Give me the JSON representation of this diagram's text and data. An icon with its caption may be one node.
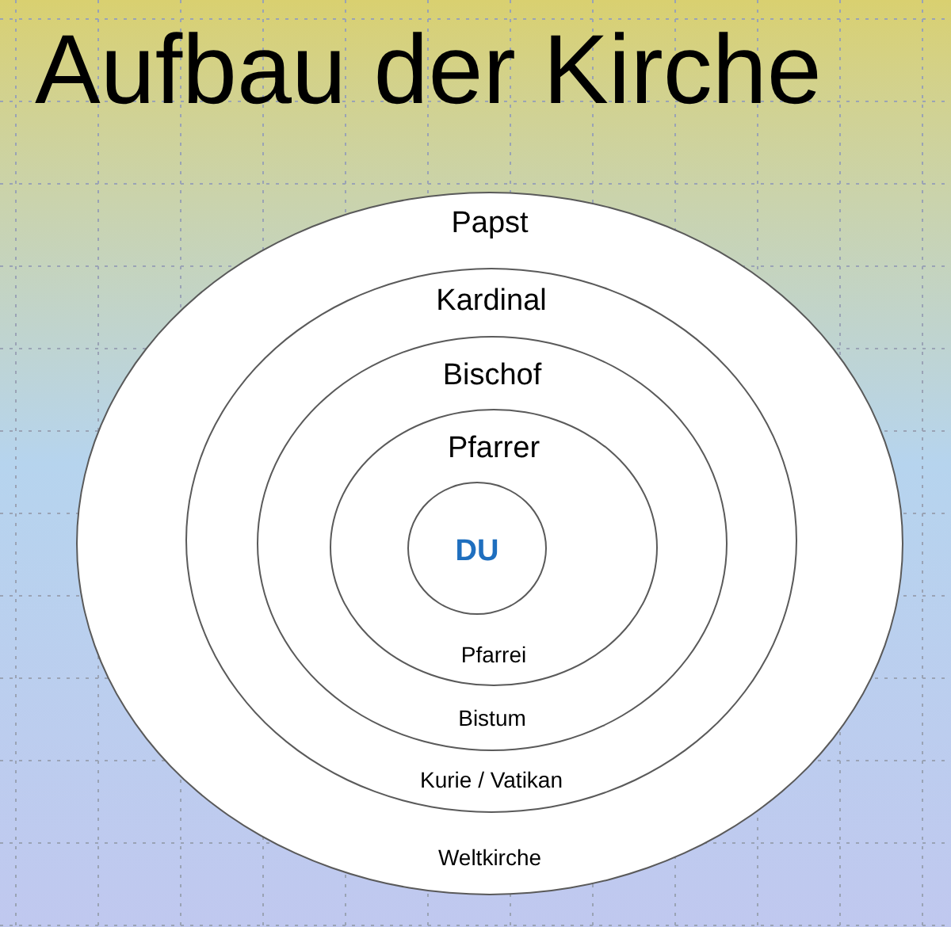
{
  "diagram": {
    "title": "Aufbau der Kirche",
    "nodes": [
      {
        "text": [
          "Papst",
          "Weltkirche"
        ]
      },
      {
        "text": [
          "Kardinal",
          "Kurie / Vatikan"
        ],
        "in": 0
      },
      {
        "text": [
          "Bischof",
          "Bistum"
        ],
        "in": 1
      },
      {
        "text": [
          "Pfarrer",
          "Pfarrei"
        ],
        "in": 2
      },
      {
        "text": [
          "DU"
        ],
        "in": 3
      }
    ]
  }
}
